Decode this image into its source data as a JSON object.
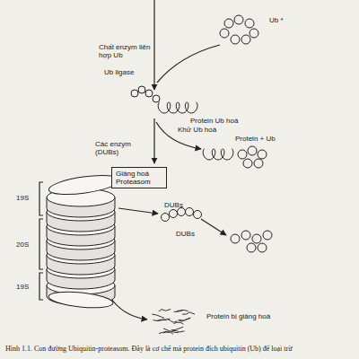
{
  "diagram": {
    "caption": "Hình 1.1. Con đường Ubiquitin-proteasom. Đây là cơ chế mà protein đích ubiquitin (Ub) để loại trừ",
    "nodes": [
      {
        "text": [
          "Giảng hoá Proteasom"
        ]
      }
    ],
    "labels": [
      "Ub *",
      "Chất enzym liên hợp Ub",
      "Ub ligase",
      "Protein Ub hoá",
      "Khử Ub hoá",
      "Protein + Ub",
      "Các enzym (DUBs)",
      "19S",
      "20S",
      "19S",
      "DUBs",
      "DUBs",
      "Protein bị giảng hoá"
    ]
  }
}
